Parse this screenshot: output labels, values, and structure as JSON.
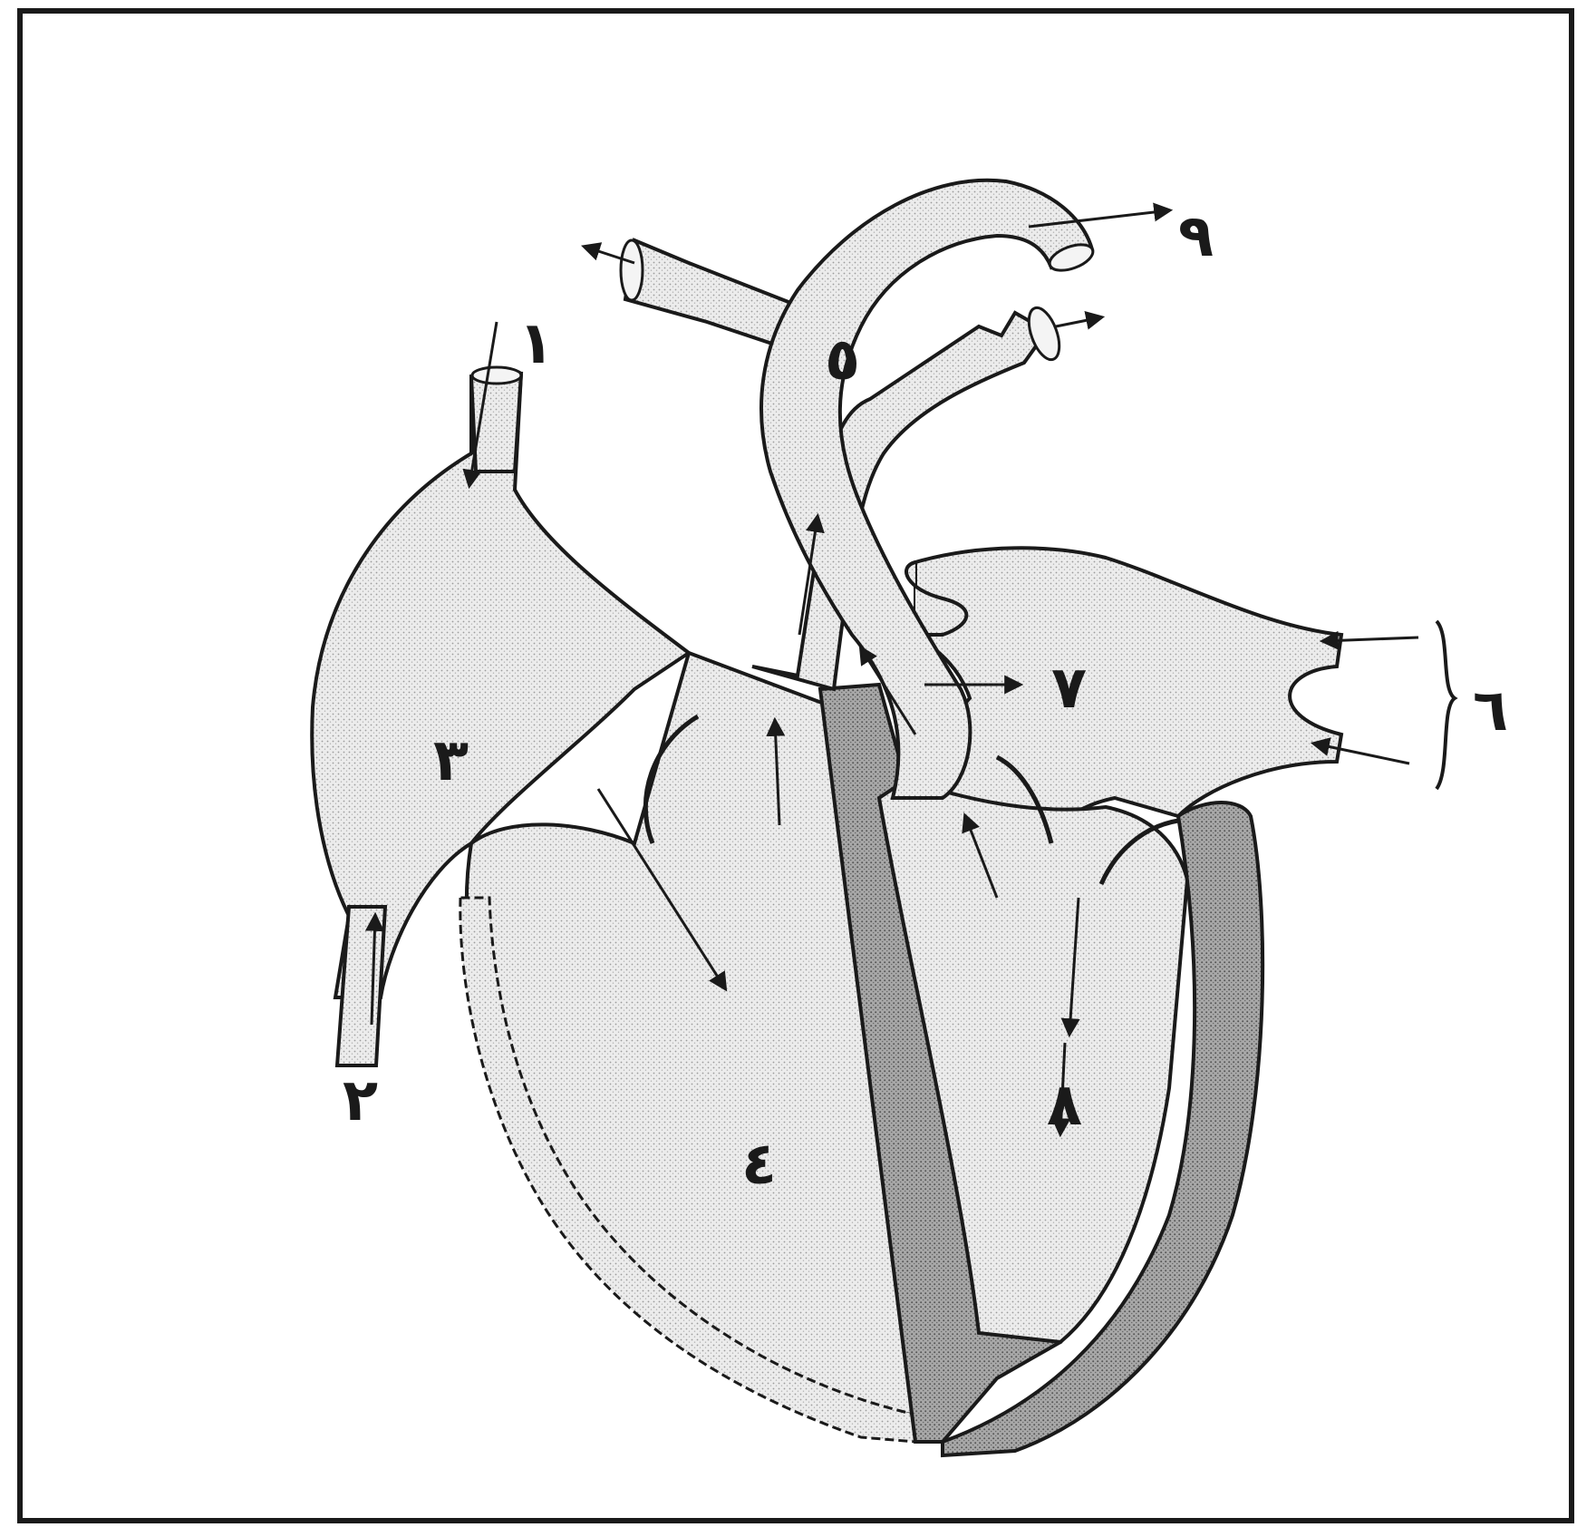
{
  "diagram": {
    "labels": {
      "label_1": "١",
      "label_2": "٢",
      "label_3": "٣",
      "label_4": "٤",
      "label_5": "٥",
      "label_6": "٦",
      "label_7": "٧",
      "label_8": "٨",
      "label_9": "٩"
    },
    "colors": {
      "line": "#1a1a1a",
      "chamber_fill": "#e6e6e6",
      "wall_fill": "#9a9a9a",
      "background": "#ffffff"
    }
  }
}
